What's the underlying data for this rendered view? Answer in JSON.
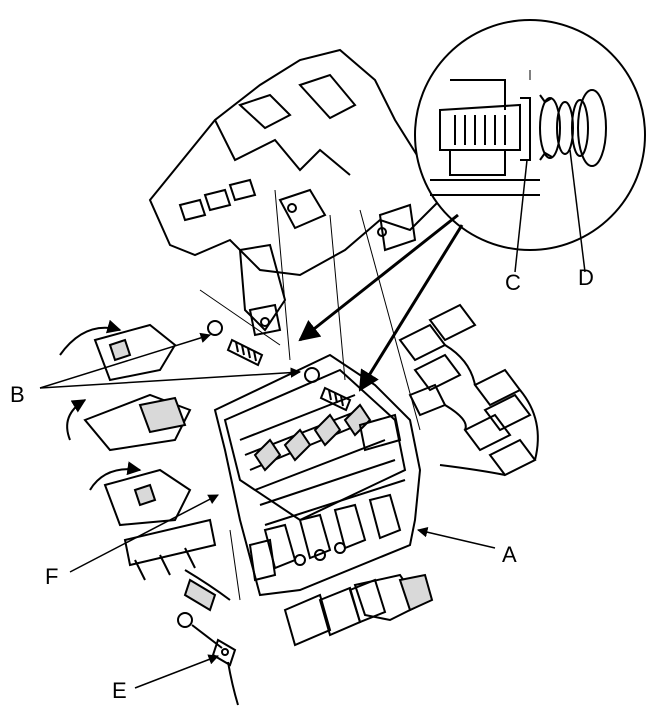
{
  "figure": {
    "callouts": {
      "a": "A",
      "b": "B",
      "c": "C",
      "d": "D",
      "e": "E",
      "f": "F"
    }
  },
  "colors": {
    "ink": "#000000",
    "paper": "#ffffff",
    "shade": "#d9d9d9"
  }
}
